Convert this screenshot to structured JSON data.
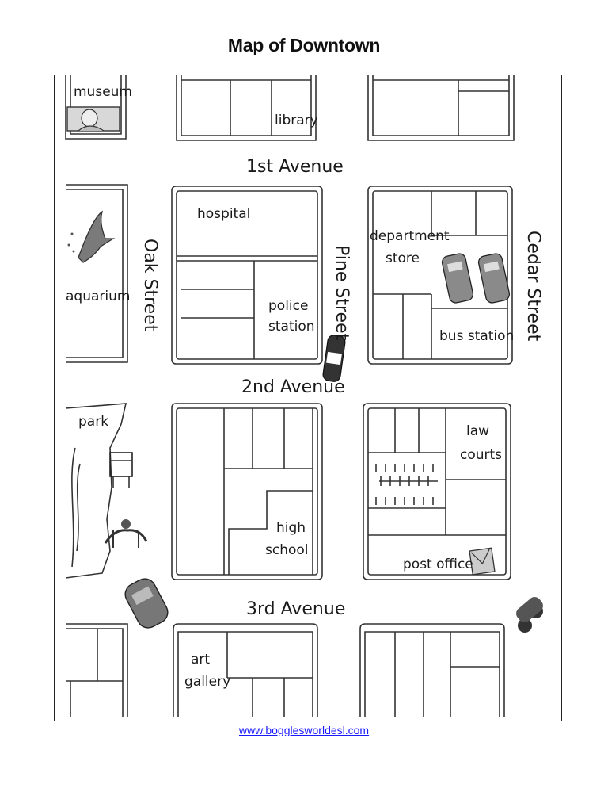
{
  "page": {
    "title": "Map of Downtown",
    "footer_link": "www.bogglesworldesl.com"
  },
  "streets": {
    "first_avenue": "1st Avenue",
    "second_avenue": "2nd Avenue",
    "third_avenue": "3rd Avenue",
    "oak_street": "Oak Street",
    "pine_street": "Pine Street",
    "cedar_street": "Cedar Street"
  },
  "places": {
    "museum": "museum",
    "library": "library",
    "hospital": "hospital",
    "aquarium": "aquarium",
    "police_station_line1": "police",
    "police_station_line2": "station",
    "department_store_line1": "department",
    "department_store_line2": "store",
    "bus_station": "bus station",
    "park": "park",
    "law_courts_line1": "law",
    "law_courts_line2": "courts",
    "high_school_line1": "high",
    "high_school_line2": "school",
    "post_office": "post office",
    "art_gallery_line1": "art",
    "art_gallery_line2": "gallery"
  },
  "icons": [
    "museum-bust-icon",
    "dolphin-icon",
    "bus-icon",
    "police-car-icon",
    "park-bench-icon",
    "dog-walker-icon",
    "car-icon",
    "motorcycle-icon",
    "mail-envelope-icon"
  ]
}
